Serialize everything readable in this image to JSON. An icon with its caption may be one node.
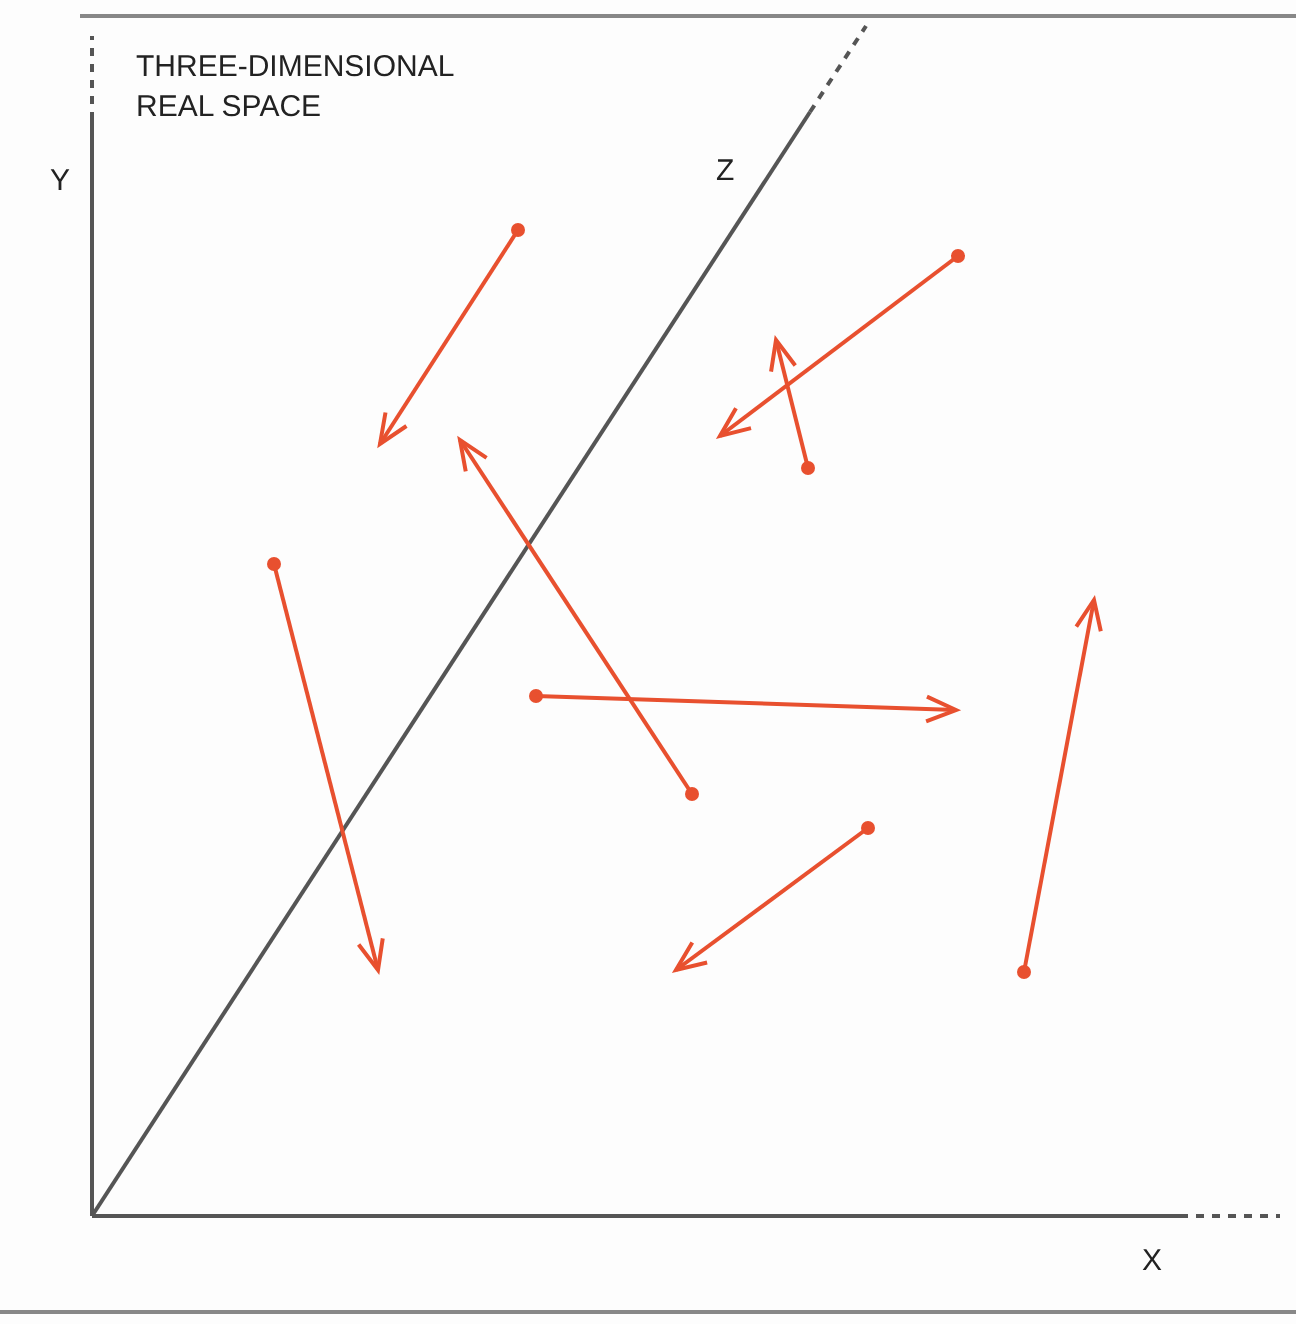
{
  "diagram": {
    "title": "THREE-DIMENSIONAL REAL SPACE",
    "labels": [
      "Y",
      "Z",
      "X"
    ]
  }
}
